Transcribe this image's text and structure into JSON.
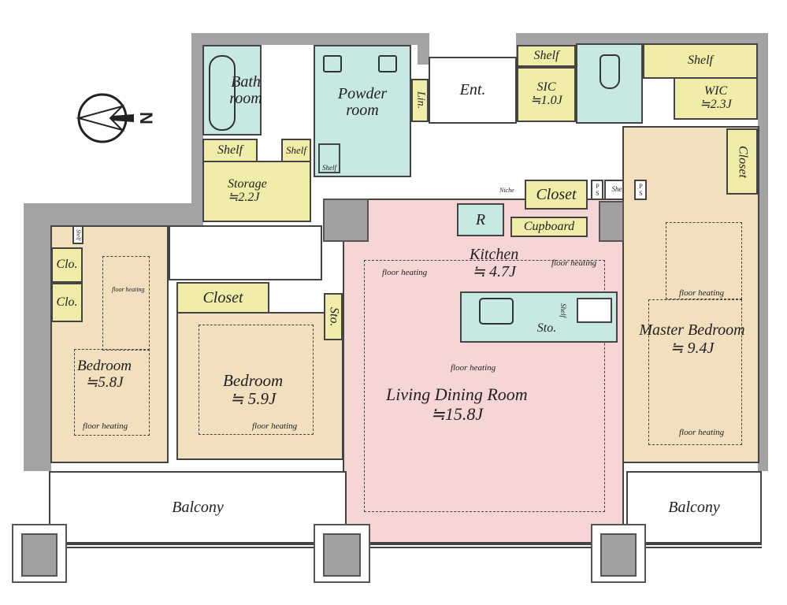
{
  "colors": {
    "wall": "#a3a3a3",
    "wet": "#c8e9e3",
    "storage": "#f1eda8",
    "bedroom": "#f1dfbe",
    "living": "#f6d5d5"
  },
  "compass": {
    "label": "N"
  },
  "rooms": {
    "bath": "Bath room",
    "powder": "Powder room",
    "lin": "Lin.",
    "ent": "Ent.",
    "sic_shelf": "Shelf",
    "sic": "SIC",
    "sic_area": "≒1.0J",
    "wic_shelf": "Shelf",
    "wic": "WIC",
    "wic_area": "≒2.3J",
    "storage_shelf1": "Shelf",
    "storage_shelf2": "Shelf",
    "storage": "Storage",
    "storage_area": "≒2.2J",
    "powder_shelf": "Shelf",
    "niche": "Niche",
    "closet_hall": "Closet",
    "ps1": "PS",
    "ps_shelf": "Shelf",
    "ps2": "PS",
    "refrigerator": "R",
    "cupboard": "Cupboard",
    "kitchen": "Kitchen",
    "kitchen_area": "≒ 4.7J",
    "island_sto": "Sto.",
    "island_shelf": "Shelf",
    "ldr": "Living Dining Room",
    "ldr_area": "≒15.8J",
    "master": "Master Bedroom",
    "master_area": "≒ 9.4J",
    "master_closet": "Closet",
    "bed1": "Bedroom",
    "bed1_area": "≒5.8J",
    "bed1_shelf": "Shelf",
    "clo1": "Clo.",
    "clo2": "Clo.",
    "bed2": "Bedroom",
    "bed2_area": "≒ 5.9J",
    "bed2_closet": "Closet",
    "sto": "Sto.",
    "balcony_left": "Balcony",
    "balcony_right": "Balcony"
  },
  "floor_heating": [
    "floor heating",
    "floor heating",
    "floor heating",
    "floor heating",
    "floor heating",
    "floor heating",
    "floor heating",
    "floor heating"
  ]
}
